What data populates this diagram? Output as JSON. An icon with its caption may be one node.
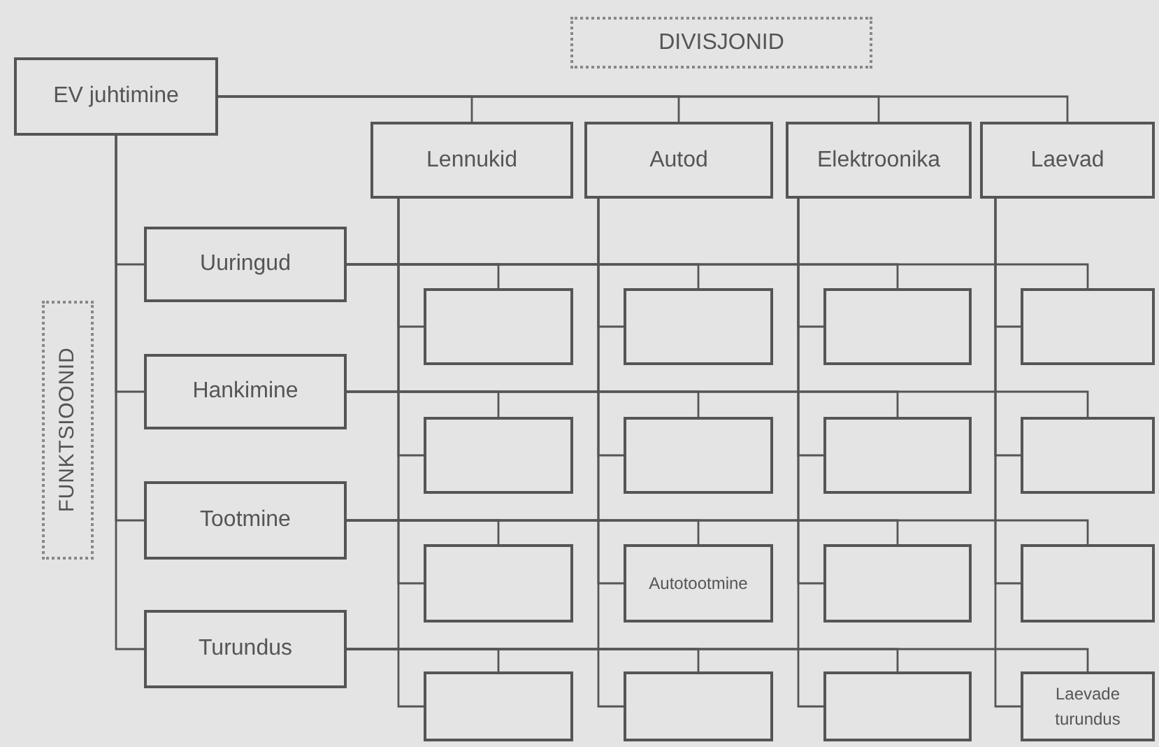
{
  "diagram": {
    "nodes": [
      {
        "text": [
          "DIVISJONID"
        ]
      },
      {
        "text": [
          "EV juhtimine"
        ]
      },
      {
        "text": [
          "Lennukid"
        ]
      },
      {
        "text": [
          "Autod"
        ]
      },
      {
        "text": [
          "Elektroonika"
        ]
      },
      {
        "text": [
          "Laevad"
        ]
      },
      {
        "text": [
          "FUNKTSIOONID"
        ]
      },
      {
        "text": [
          "Uuringud"
        ]
      },
      {
        "text": [
          "Hankimine"
        ]
      },
      {
        "text": [
          "Tootmine"
        ]
      },
      {
        "text": [
          "Turundus"
        ]
      },
      {
        "text": [],
        "shape": "box"
      },
      {
        "text": [],
        "shape": "box"
      },
      {
        "text": [],
        "shape": "box"
      },
      {
        "text": [],
        "shape": "box"
      },
      {
        "text": [],
        "shape": "box"
      },
      {
        "text": [],
        "shape": "box"
      },
      {
        "text": [],
        "shape": "box"
      },
      {
        "text": [],
        "shape": "box"
      },
      {
        "text": [],
        "shape": "box"
      },
      {
        "text": [
          "Autotootmine"
        ]
      },
      {
        "text": [],
        "shape": "box"
      },
      {
        "text": [],
        "shape": "box"
      },
      {
        "text": [],
        "shape": "box"
      },
      {
        "text": [],
        "shape": "box"
      },
      {
        "text": [],
        "shape": "box"
      },
      {
        "text": [
          "Laevade turundus"
        ]
      }
    ],
    "edges": [
      {
        "from": 1,
        "to": 2,
        "arrow": "none"
      },
      {
        "from": 1,
        "to": 3,
        "arrow": "none"
      },
      {
        "from": 1,
        "to": 4,
        "arrow": "none"
      },
      {
        "from": 1,
        "to": 5,
        "arrow": "none"
      },
      {
        "from": 1,
        "to": 7,
        "arrow": "none"
      },
      {
        "from": 1,
        "to": 8,
        "arrow": "none"
      },
      {
        "from": 1,
        "to": 9,
        "arrow": "none"
      },
      {
        "from": 1,
        "to": 10,
        "arrow": "none"
      },
      {
        "from": 7,
        "to": 11,
        "arrow": "none"
      },
      {
        "from": 7,
        "to": 12,
        "arrow": "none"
      },
      {
        "from": 7,
        "to": 13,
        "arrow": "none"
      },
      {
        "from": 7,
        "to": 14,
        "arrow": "none"
      },
      {
        "from": 8,
        "to": 15,
        "arrow": "none"
      },
      {
        "from": 8,
        "to": 16,
        "arrow": "none"
      },
      {
        "from": 8,
        "to": 17,
        "arrow": "none"
      },
      {
        "from": 8,
        "to": 18,
        "arrow": "none"
      },
      {
        "from": 9,
        "to": 19,
        "arrow": "none"
      },
      {
        "from": 9,
        "to": 20,
        "arrow": "none"
      },
      {
        "from": 9,
        "to": 21,
        "arrow": "none"
      },
      {
        "from": 9,
        "to": 22,
        "arrow": "none"
      },
      {
        "from": 10,
        "to": 23,
        "arrow": "none"
      },
      {
        "from": 10,
        "to": 24,
        "arrow": "none"
      },
      {
        "from": 10,
        "to": 25,
        "arrow": "none"
      },
      {
        "from": 10,
        "to": 26,
        "arrow": "none"
      },
      {
        "from": 2,
        "to": 11,
        "arrow": "none"
      },
      {
        "from": 2,
        "to": 15,
        "arrow": "none"
      },
      {
        "from": 2,
        "to": 19,
        "arrow": "none"
      },
      {
        "from": 2,
        "to": 23,
        "arrow": "none"
      },
      {
        "from": 3,
        "to": 12,
        "arrow": "none"
      },
      {
        "from": 3,
        "to": 16,
        "arrow": "none"
      },
      {
        "from": 3,
        "to": 20,
        "arrow": "none"
      },
      {
        "from": 3,
        "to": 24,
        "arrow": "none"
      },
      {
        "from": 4,
        "to": 13,
        "arrow": "none"
      },
      {
        "from": 4,
        "to": 17,
        "arrow": "none"
      },
      {
        "from": 4,
        "to": 21,
        "arrow": "none"
      },
      {
        "from": 4,
        "to": 25,
        "arrow": "none"
      },
      {
        "from": 5,
        "to": 14,
        "arrow": "none"
      },
      {
        "from": 5,
        "to": 18,
        "arrow": "none"
      },
      {
        "from": 5,
        "to": 22,
        "arrow": "none"
      },
      {
        "from": 5,
        "to": 26,
        "arrow": "none"
      }
    ]
  }
}
